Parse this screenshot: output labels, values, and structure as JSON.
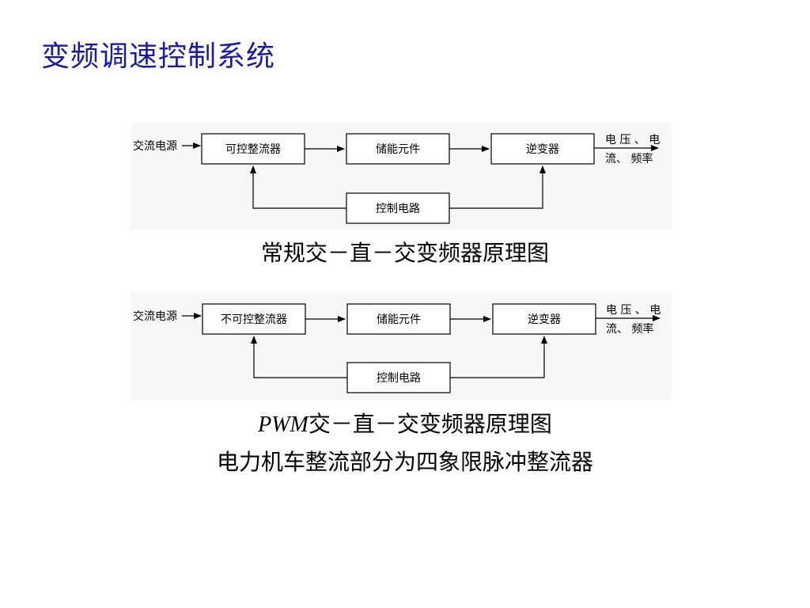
{
  "title": "变频调速控制系统",
  "diagram1": {
    "input_label": "交流电源",
    "rectifier": "可控整流器",
    "storage": "储能元件",
    "inverter": "逆变器",
    "control": "控制电路",
    "output_line1": "电 压 、 电",
    "output_line2": "流、 频率",
    "caption": "常规交－直－交变频器原理图"
  },
  "diagram2": {
    "input_label": "交流电源",
    "rectifier": "不可控整流器",
    "storage": "储能元件",
    "inverter": "逆变器",
    "control": "控制电路",
    "output_line1": "电 压 、 电",
    "output_line2": "流、 频率",
    "caption_prefix": "PWM",
    "caption_rest": "交－直－交变频器原理图"
  },
  "footer_text": "电力机车整流部分为四象限脉冲整流器"
}
